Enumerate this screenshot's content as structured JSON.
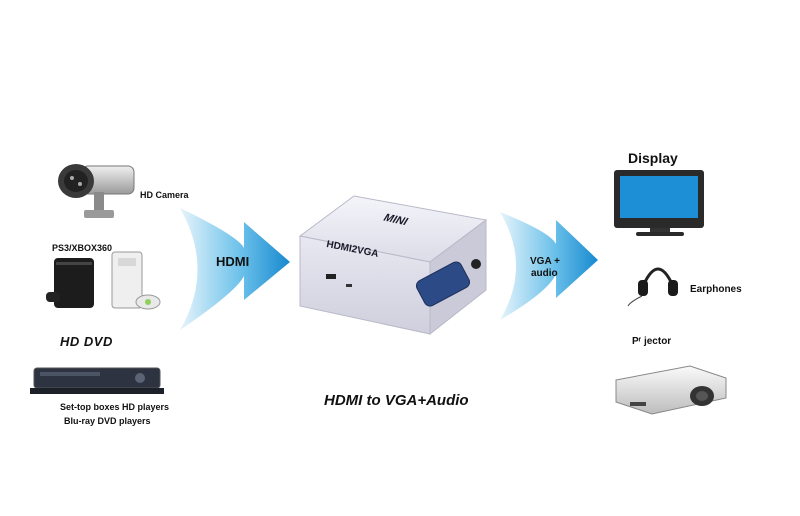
{
  "sources": {
    "hd_camera": "HD Camera",
    "consoles": "PS3/XBOX360",
    "hd_dvd_logo": "HD DVD",
    "players_line1": "Set-top boxes  HD players",
    "players_line2": "Blu-ray DVD players"
  },
  "arrows": {
    "input_label": "HDMI",
    "output_label_line1": "VGA +",
    "output_label_line2": "audio"
  },
  "converter": {
    "top_label": "MINI",
    "front_label": "HDMI2VGA"
  },
  "outputs": {
    "display": "Display",
    "earphones": "Earphones",
    "projector": "Pʳ jector"
  },
  "caption": "HDMI to VGA+Audio",
  "colors": {
    "arrow_light": "#cfe9f7",
    "arrow_dark": "#1a8fd1",
    "screen": "#1d8fd6",
    "device_body": "#e4e4ef"
  }
}
